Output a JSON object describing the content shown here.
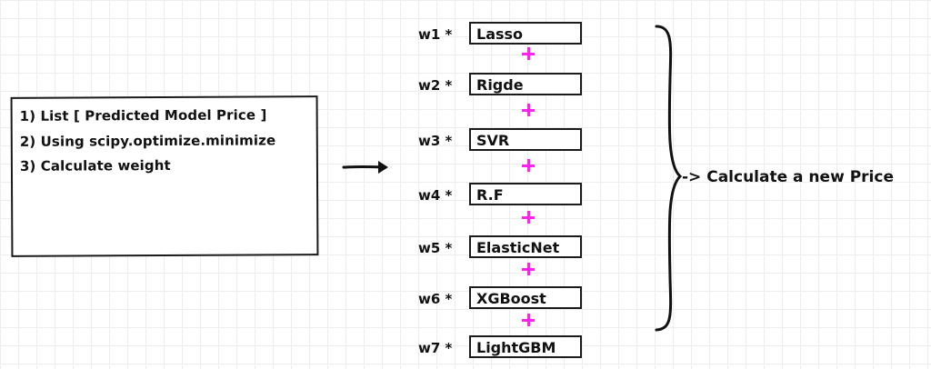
{
  "steps": [
    "1) List [ Predicted Model Price ]",
    "2) Using scipy.optimize.minimize",
    "3) Calculate weight"
  ],
  "models": [
    {
      "weight": "w1 *",
      "name": "Lasso"
    },
    {
      "weight": "w2 *",
      "name": "Rigde"
    },
    {
      "weight": "w3 *",
      "name": "SVR"
    },
    {
      "weight": "w4 *",
      "name": "R.F"
    },
    {
      "weight": "w5 *",
      "name": "ElasticNet"
    },
    {
      "weight": "w6 *",
      "name": "XGBoost"
    },
    {
      "weight": "w7 *",
      "name": "LightGBM"
    }
  ],
  "result_label": "-> Calculate a new Price",
  "colors": {
    "plus": "#ff22ee",
    "ink": "#1a1a1a"
  }
}
